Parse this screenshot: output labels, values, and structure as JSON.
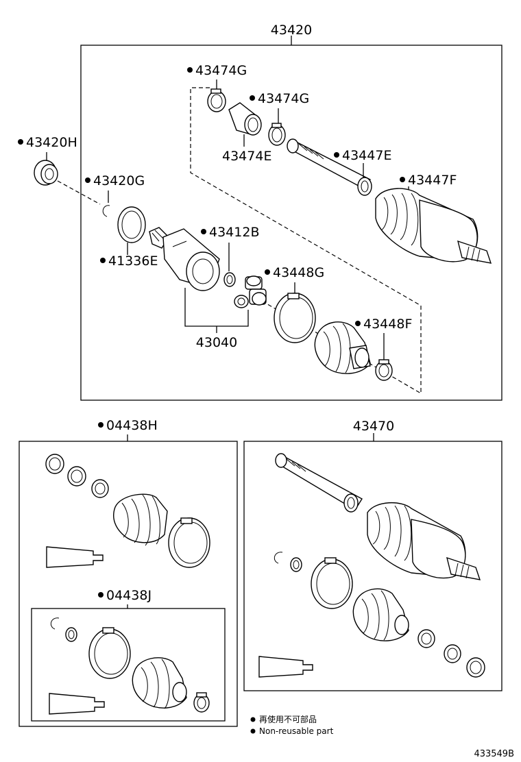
{
  "labels": {
    "assy_top": "43420",
    "p43474G_a": "43474G",
    "p43474G_b": "43474G",
    "p43474E": "43474E",
    "p43447E": "43447E",
    "p43447F": "43447F",
    "p43420H": "43420H",
    "p43420G": "43420G",
    "p41336E": "41336E",
    "p43412B": "43412B",
    "p43448G": "43448G",
    "p43448F": "43448F",
    "p43040": "43040",
    "kit_04438H": "04438H",
    "kit_04438J": "04438J",
    "assy_43470": "43470"
  },
  "legend": {
    "line1": "再使用不可部品",
    "line2": "Non-reusable part"
  },
  "diagram_code": "433549B"
}
